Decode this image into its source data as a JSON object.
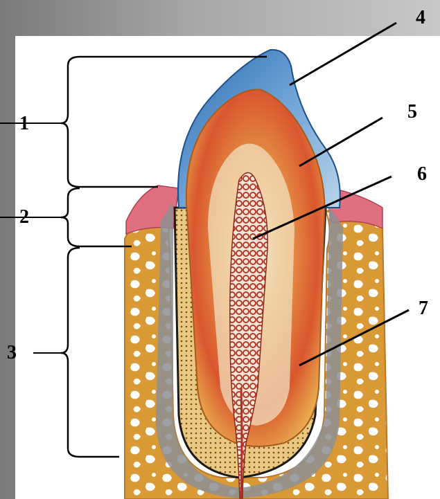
{
  "labels": {
    "crown": "1",
    "neck": "2",
    "root": "3",
    "enamel": "4",
    "dentin": "5",
    "pulp": "6",
    "cementum": "7"
  },
  "colors": {
    "enamel": "#3f7fc0",
    "enamel_light": "#a9cbe6",
    "dentin": "#e4b04a",
    "dentin_inner": "#f2d9a0",
    "pulp_tissue": "#c0392b",
    "bone": "#d9952f",
    "bone_marrow": "#ffffff",
    "periodontium": "#8c8c8c",
    "gum": "#e06b7a"
  }
}
